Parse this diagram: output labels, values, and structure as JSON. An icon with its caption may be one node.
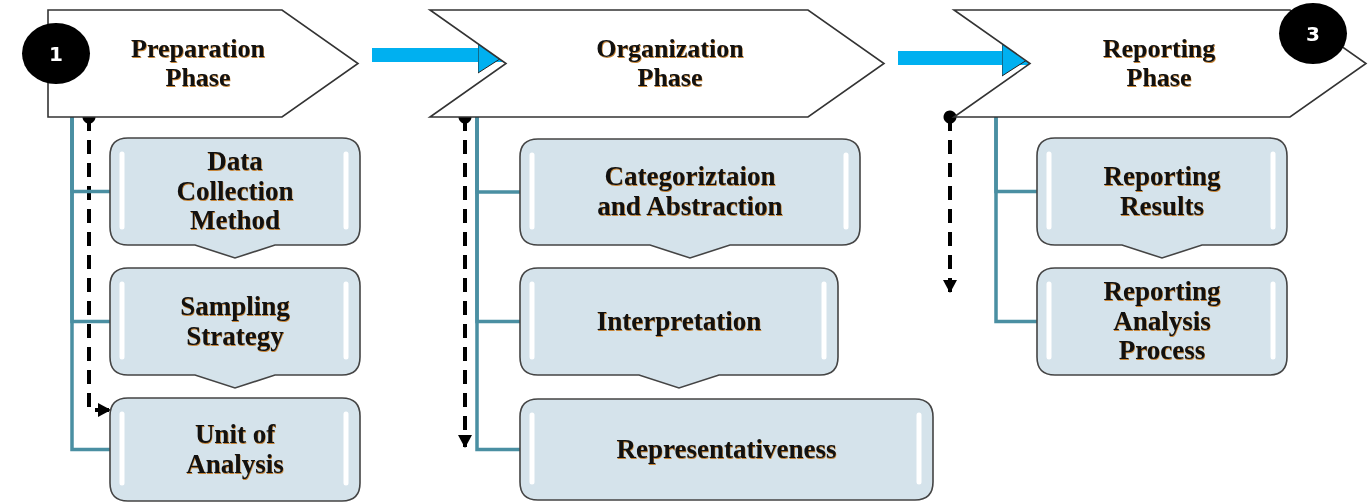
{
  "diagram": {
    "nodes": [
      {
        "text": [
          "Preparation Phase"
        ]
      },
      {
        "text": [
          "Data Collection Method"
        ]
      },
      {
        "text": [
          "Sampling Strategy"
        ]
      },
      {
        "text": [
          "Unit of Analysis"
        ]
      },
      {
        "text": [
          "Organization Phase"
        ]
      },
      {
        "text": [
          "Categoriztaion and Abstraction"
        ]
      },
      {
        "text": [
          "Interpretation"
        ]
      },
      {
        "text": [
          "Representativeness"
        ]
      },
      {
        "text": [
          "Reporting Phase"
        ]
      },
      {
        "text": [
          "Reporting Results"
        ]
      },
      {
        "text": [
          "Reporting Analysis Process"
        ]
      }
    ],
    "edges": [
      {
        "from": 0,
        "to": 4,
        "arrow": "to",
        "style": "thick",
        "color": "#00b0f0"
      },
      {
        "from": 4,
        "to": 8,
        "arrow": "to",
        "style": "thick",
        "color": "#00b0f0"
      },
      {
        "from": 0,
        "to": 3,
        "arrow": "to",
        "style": "dashed",
        "color": "#000000"
      },
      {
        "from": 0,
        "to": 1,
        "arrow": "none"
      },
      {
        "from": 0,
        "to": 2,
        "arrow": "none"
      },
      {
        "from": 0,
        "to": 3,
        "arrow": "none"
      },
      {
        "from": 4,
        "to": null,
        "arrow": "to",
        "style": "dashed",
        "color": "#000000"
      },
      {
        "from": 4,
        "to": 5,
        "arrow": "none"
      },
      {
        "from": 4,
        "to": 6,
        "arrow": "none"
      },
      {
        "from": 4,
        "to": 7,
        "arrow": "none"
      },
      {
        "from": 8,
        "to": null,
        "arrow": "to",
        "style": "dashed",
        "color": "#000000"
      },
      {
        "from": 8,
        "to": 9,
        "arrow": "none"
      },
      {
        "from": 8,
        "to": 10,
        "arrow": "none"
      }
    ],
    "labels": [
      "1",
      "3"
    ]
  }
}
